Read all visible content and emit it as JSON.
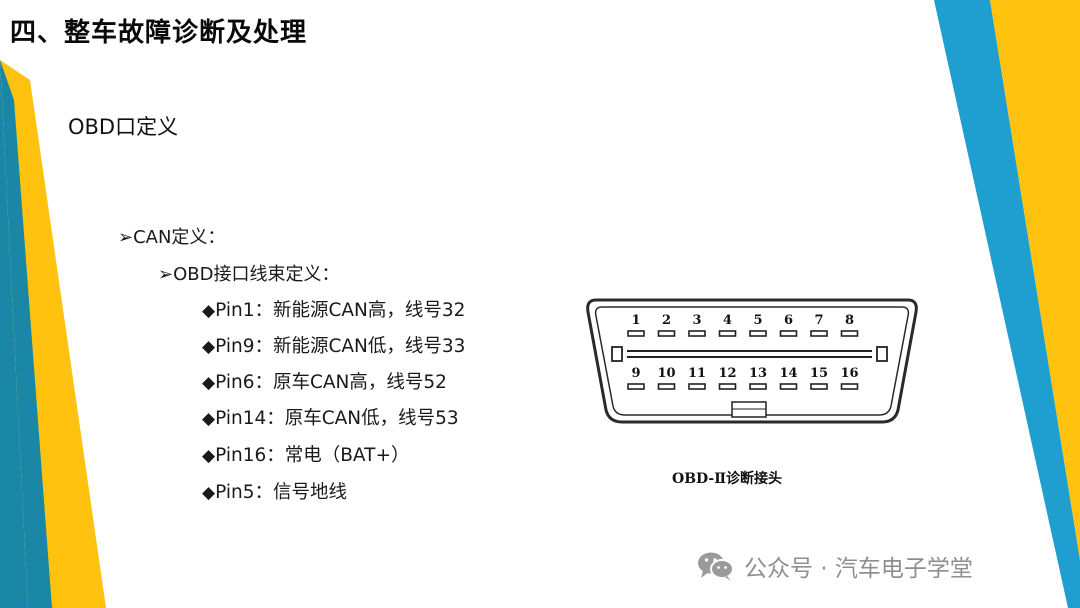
{
  "slide": {
    "title": "四、整车故障诊断及处理",
    "subtitle": "OBD口定义",
    "bullets": {
      "level1": "➢CAN定义：",
      "level2": "➢OBD接口线束定义："
    },
    "pins": [
      {
        "marker": "◆",
        "text": "Pin1：新能源CAN高，线号32"
      },
      {
        "marker": "◆",
        "text": "Pin9：新能源CAN低，线号33"
      },
      {
        "marker": "◆",
        "text": "Pin6：原车CAN高，线号52"
      },
      {
        "marker": "◆",
        "text": "Pin14：原车CAN低，线号53"
      },
      {
        "marker": "◆",
        "text": "Pin16：常电（BAT+）"
      },
      {
        "marker": "◆",
        "text": "Pin5：信号地线"
      }
    ]
  },
  "diagram": {
    "top_pins": [
      "1",
      "2",
      "3",
      "4",
      "5",
      "6",
      "7",
      "8"
    ],
    "bottom_pins": [
      "9",
      "10",
      "11",
      "12",
      "13",
      "14",
      "15",
      "16"
    ],
    "caption": "OBD-Ⅱ诊断接头"
  },
  "watermark": {
    "text": "公众号 · 汽车电子学堂",
    "icon": "wechat-icon"
  },
  "colors": {
    "teal": "#1a87a6",
    "yellow": "#ffc20e",
    "blue": "#1e9fd0",
    "watermark": "#8f8f8f"
  }
}
